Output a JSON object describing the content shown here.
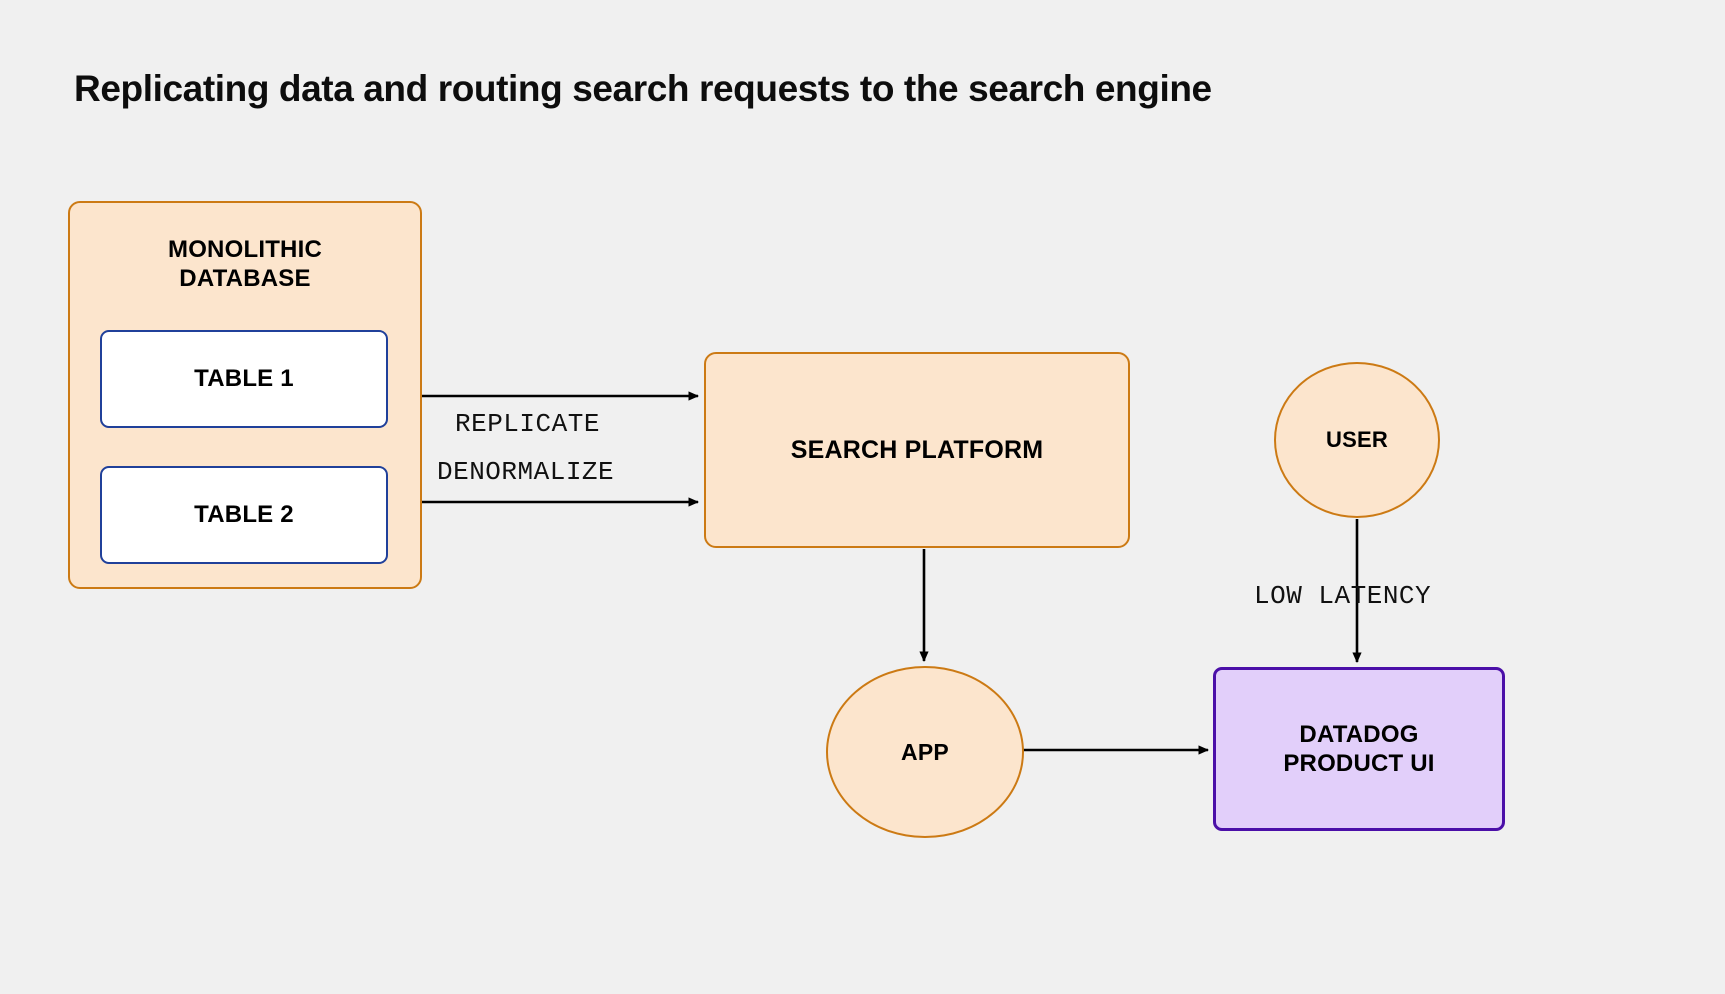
{
  "page": {
    "title": "Replicating data and routing search requests to the search engine",
    "background_color": "#f0f0f0"
  },
  "palette": {
    "peach_fill": "#fce5cd",
    "orange_stroke": "#cc7a14",
    "white_fill": "#ffffff",
    "blue_stroke": "#20409a",
    "purple_fill": "#e2cffa",
    "purple_stroke": "#4b0fa8",
    "connector_stroke": "#000000",
    "text_color": "#000000"
  },
  "nodes": {
    "monolithic_database": {
      "label": "MONOLITHIC DATABASE",
      "line1": "MONOLITHIC",
      "line2": "DATABASE",
      "shape": "rounded-rectangle",
      "fill": "#fce5cd",
      "stroke": "#cc7a14"
    },
    "table_1": {
      "label": "TABLE 1",
      "shape": "rounded-rectangle",
      "fill": "#ffffff",
      "stroke": "#20409a"
    },
    "table_2": {
      "label": "TABLE 2",
      "shape": "rounded-rectangle",
      "fill": "#ffffff",
      "stroke": "#20409a"
    },
    "search_platform": {
      "label": "SEARCH PLATFORM",
      "shape": "rounded-rectangle",
      "fill": "#fce5cd",
      "stroke": "#cc7a14"
    },
    "user": {
      "label": "USER",
      "shape": "circle",
      "fill": "#fce5cd",
      "stroke": "#cc7a14"
    },
    "app": {
      "label": "APP",
      "shape": "circle",
      "fill": "#fce5cd",
      "stroke": "#cc7a14"
    },
    "datadog_product_ui": {
      "label": "DATADOG PRODUCT UI",
      "line1": "DATADOG",
      "line2": "PRODUCT UI",
      "shape": "rounded-rectangle",
      "fill": "#e2cffa",
      "stroke": "#4b0fa8"
    }
  },
  "edges": [
    {
      "id": "table1-to-search-platform",
      "from": "table_1",
      "to": "search_platform",
      "label": "REPLICATE",
      "arrowhead": true,
      "direction": "right"
    },
    {
      "id": "table2-to-search-platform",
      "from": "table_2",
      "to": "search_platform",
      "label": "DENORMALIZE",
      "arrowhead": true,
      "direction": "right"
    },
    {
      "id": "search-platform-to-app",
      "from": "search_platform",
      "to": "app",
      "label": "",
      "arrowhead": true,
      "direction": "down"
    },
    {
      "id": "app-to-datadog-product-ui",
      "from": "app",
      "to": "datadog_product_ui",
      "label": "",
      "arrowhead": true,
      "direction": "right"
    },
    {
      "id": "user-to-datadog-product-ui",
      "from": "user",
      "to": "datadog_product_ui",
      "label": "LOW LATENCY",
      "arrowhead": true,
      "direction": "down"
    }
  ],
  "edge_labels": {
    "replicate": "REPLICATE",
    "denormalize": "DENORMALIZE",
    "low_latency": "LOW LATENCY"
  }
}
